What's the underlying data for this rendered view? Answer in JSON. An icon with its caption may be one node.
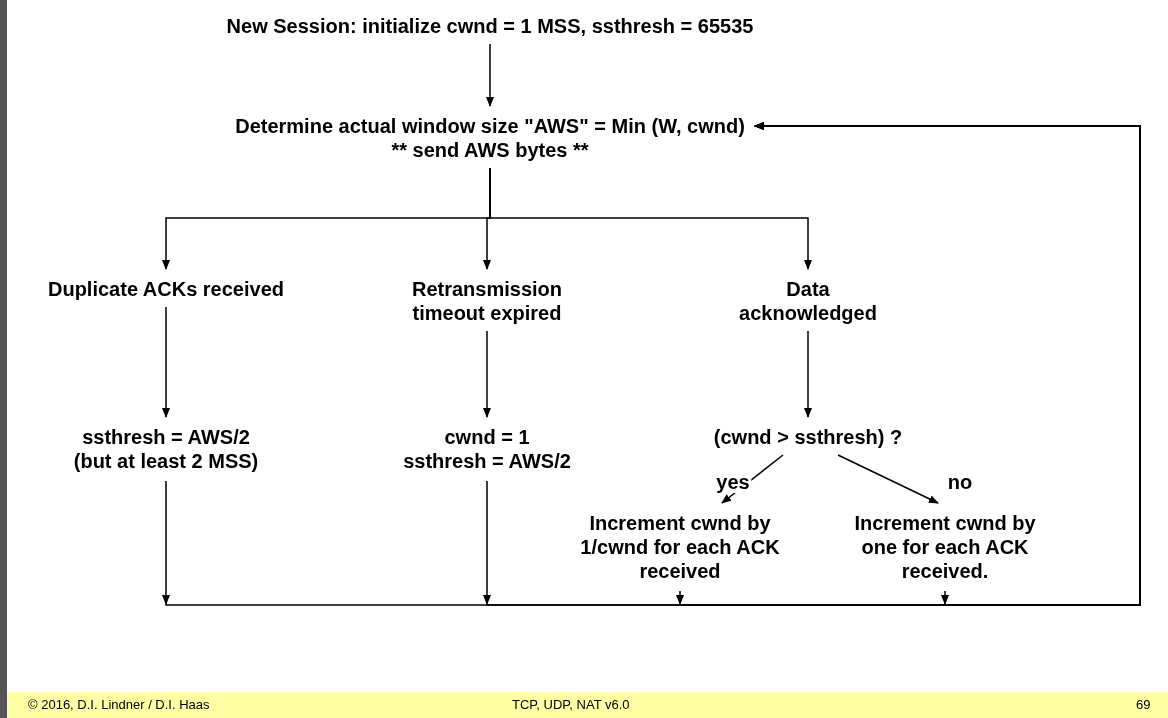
{
  "diagram": {
    "nodes": [
      {
        "text": [
          "New Session: initialize cwnd = 1 MSS, ssthresh = 65535"
        ]
      },
      {
        "text": [
          "Determine actual window size \"AWS\" = Min (W, cwnd)",
          "** send AWS bytes **"
        ]
      },
      {
        "text": [
          "Duplicate ACKs received"
        ]
      },
      {
        "text": [
          "Retransmission timeout expired"
        ]
      },
      {
        "text": [
          "Data acknowledged"
        ]
      },
      {
        "text": [
          "ssthresh = AWS/2",
          "(but at least 2 MSS)"
        ]
      },
      {
        "text": [
          "cwnd = 1",
          "ssthresh = AWS/2"
        ]
      },
      {
        "text": [
          "(cwnd > ssthresh) ?"
        ]
      },
      {
        "text": [
          "Increment cwnd by 1/cwnd for each ACK received"
        ]
      },
      {
        "text": [
          "Increment cwnd by one for each ACK received."
        ]
      }
    ],
    "edges": [
      {
        "from": 0,
        "to": 1,
        "arrow": "to"
      },
      {
        "from": 1,
        "to": 2,
        "arrow": "to"
      },
      {
        "from": 1,
        "to": 3,
        "arrow": "to"
      },
      {
        "from": 1,
        "to": 4,
        "arrow": "to"
      },
      {
        "from": 2,
        "to": 5,
        "arrow": "to"
      },
      {
        "from": 3,
        "to": 6,
        "arrow": "to"
      },
      {
        "from": 4,
        "to": 7,
        "arrow": "to"
      },
      {
        "from": 7,
        "to": 8,
        "arrow": "to",
        "label": "yes"
      },
      {
        "from": 7,
        "to": 9,
        "arrow": "to",
        "label": "no"
      },
      {
        "from": 5,
        "to": 1,
        "arrow": "to"
      },
      {
        "from": 6,
        "to": 1,
        "arrow": "to"
      },
      {
        "from": 8,
        "to": 1,
        "arrow": "to"
      },
      {
        "from": 9,
        "to": 1,
        "arrow": "to"
      }
    ],
    "labels": [
      "© 2016, D.I. Lindner / D.I. Haas",
      "TCP, UDP, NAT v6.0",
      "69"
    ]
  }
}
